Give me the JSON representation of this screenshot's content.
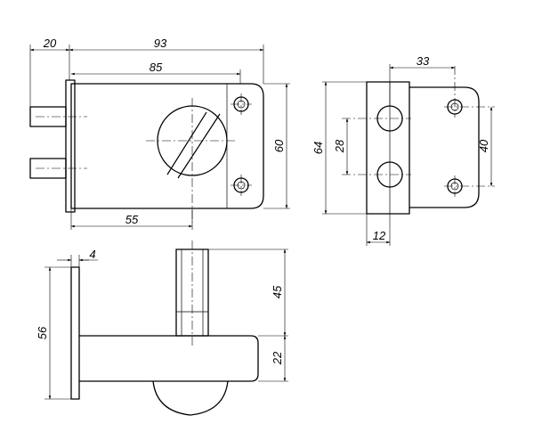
{
  "dimensions": {
    "front_total_width": "93",
    "front_body_width": "85",
    "front_pin_protrusion": "20",
    "front_cylinder_offset": "55",
    "front_height": "60",
    "side_height": "64",
    "side_hole_spacing_horizontal": "33",
    "side_pin_spacing": "28",
    "side_hole_spacing_vertical": "40",
    "side_plate_thickness": "12",
    "bottom_plate_thickness": "4",
    "bottom_plate_height": "56",
    "bottom_pin_height": "45",
    "bottom_body_height": "22"
  }
}
